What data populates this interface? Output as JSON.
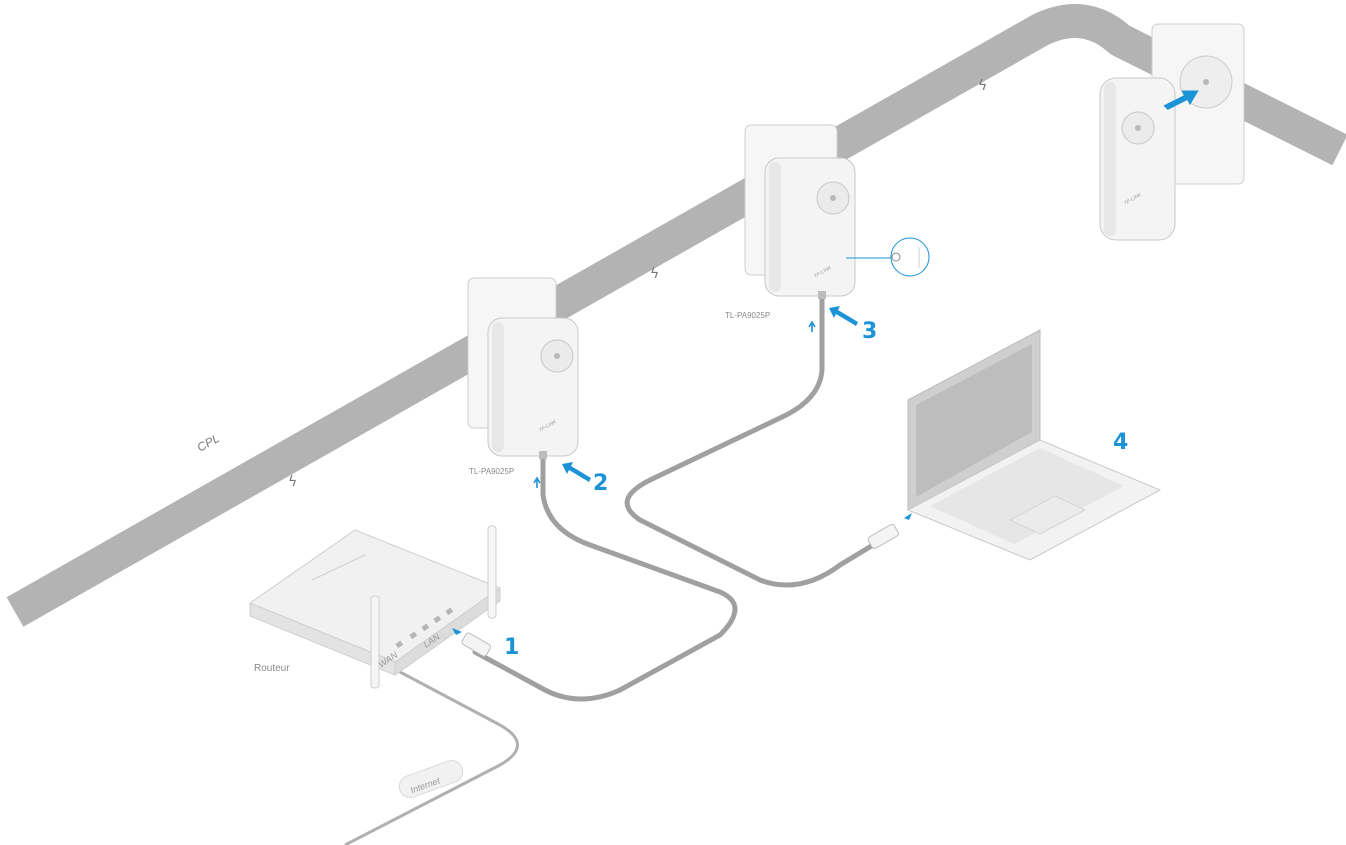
{
  "colors": {
    "accent": "#1b93d6",
    "band": "#b3b3b3",
    "cable": "#9c9c9c",
    "device": "#f4f4f4",
    "device_edge": "#c9c9c9",
    "label": "#8a8a8a"
  },
  "icons": [
    "lightning-bolt-icon",
    "pair-button-icon",
    "arrow-icon"
  ],
  "labels": {
    "cpl": "CPL",
    "router": "Routeur",
    "internet": "Internet",
    "wan": "WAN",
    "lan": "LAN",
    "adapter_1": "TL-PA9025P",
    "adapter_2": "TL-PA9025P",
    "brand": "TP-LINK"
  },
  "steps": [
    "1",
    "2",
    "3",
    "4"
  ]
}
